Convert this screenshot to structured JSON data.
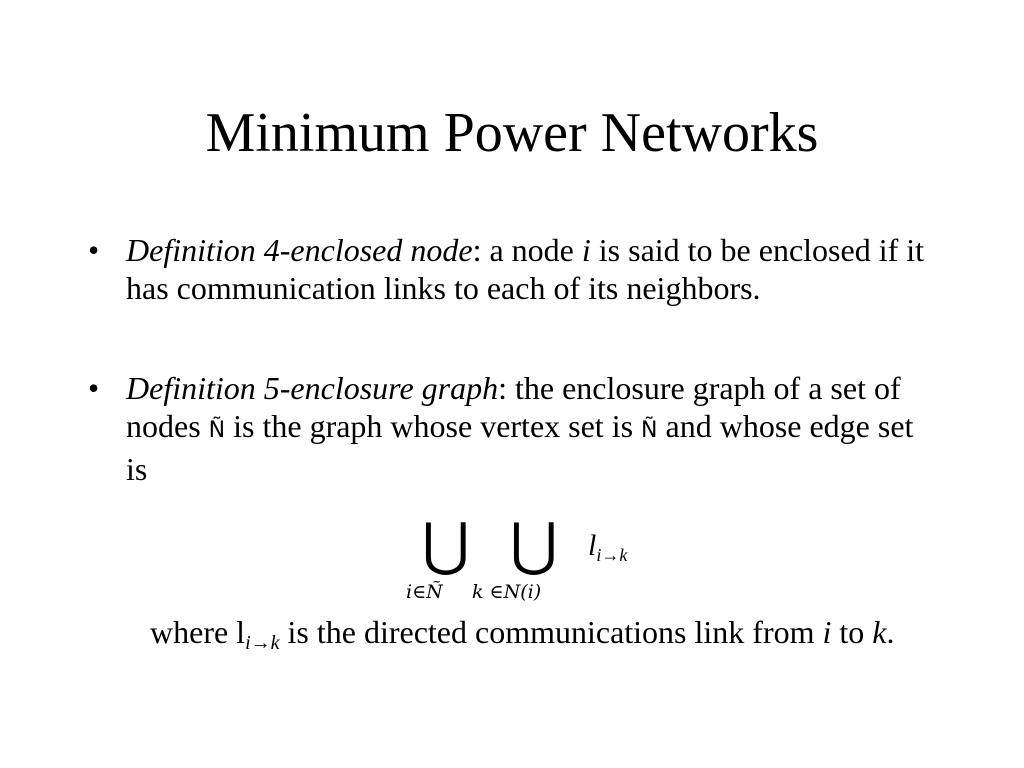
{
  "slide": {
    "title": "Minimum Power Networks"
  },
  "bullets": [
    {
      "marker": "•",
      "term": "Definition 4-enclosed node",
      "colon": ":",
      "text_1": " a node ",
      "var_i": "i",
      "text_2": " is said to be enclosed if it has communication links to each of its neighbors."
    },
    {
      "marker": "•",
      "term": "Definition 5-enclosure graph",
      "colon": ":",
      "text_1": " the enclosure graph of a set of nodes ",
      "set_symbol": "Ñ",
      "text_2": " is the graph whose vertex set is ",
      "set_symbol_2": "Ñ",
      "text_3": " and whose edge set is"
    }
  ],
  "formula": {
    "union_1": "⋃",
    "union_1_sub": "i∈Ñ",
    "union_2": "⋃",
    "union_2_sub": "k ∈N(i)",
    "term": "l",
    "term_sub": "i→k"
  },
  "where": {
    "text_1": "where l",
    "sub": "i→k",
    "text_2": " is the directed communications link from ",
    "var_i": "i",
    "text_3": " to ",
    "var_k": "k",
    "text_4": "."
  }
}
